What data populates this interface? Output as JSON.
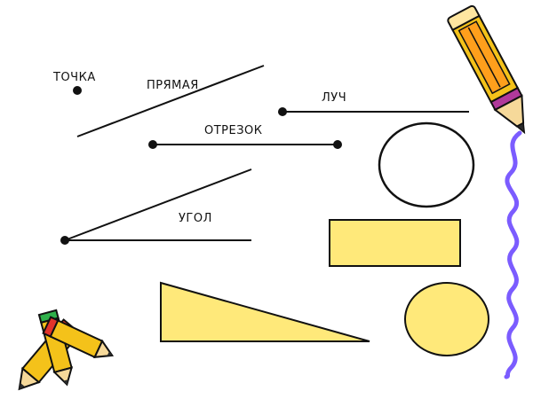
{
  "labels": {
    "point": "ТОЧКА",
    "line": "ПРЯМАЯ",
    "ray": "ЛУЧ",
    "segment": "ОТРЕЗОК",
    "angle": "УГОЛ"
  },
  "colors": {
    "stroke": "#111111",
    "fill_yellow": "#ffe97a",
    "squiggle": "#7b5cff",
    "pencil_body": "#f4c21a",
    "pencil_tip": "#2b2b2b",
    "eraser_red": "#e2342b",
    "eraser_pink": "#b1399b",
    "wood": "#f6d99a"
  },
  "icons": [
    "pencil-icon",
    "pencil-bundle-icon",
    "squiggle-line-icon"
  ]
}
